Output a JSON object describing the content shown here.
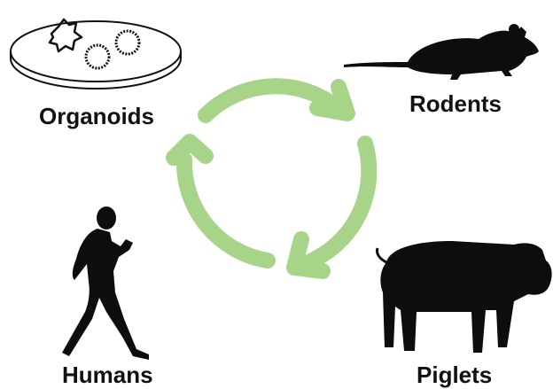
{
  "nodes": {
    "organoids": {
      "label": "Organoids",
      "icon": "petri-dish-icon"
    },
    "rodents": {
      "label": "Rodents",
      "icon": "rodent-icon"
    },
    "humans": {
      "label": "Humans",
      "icon": "human-walking-icon"
    },
    "piglets": {
      "label": "Piglets",
      "icon": "pig-icon"
    }
  },
  "cycle": {
    "direction": "clockwise",
    "arrow_count": 3,
    "color": "#a8d48a"
  },
  "colors": {
    "silhouette": "#0d0d0d",
    "background": "#ffffff"
  }
}
